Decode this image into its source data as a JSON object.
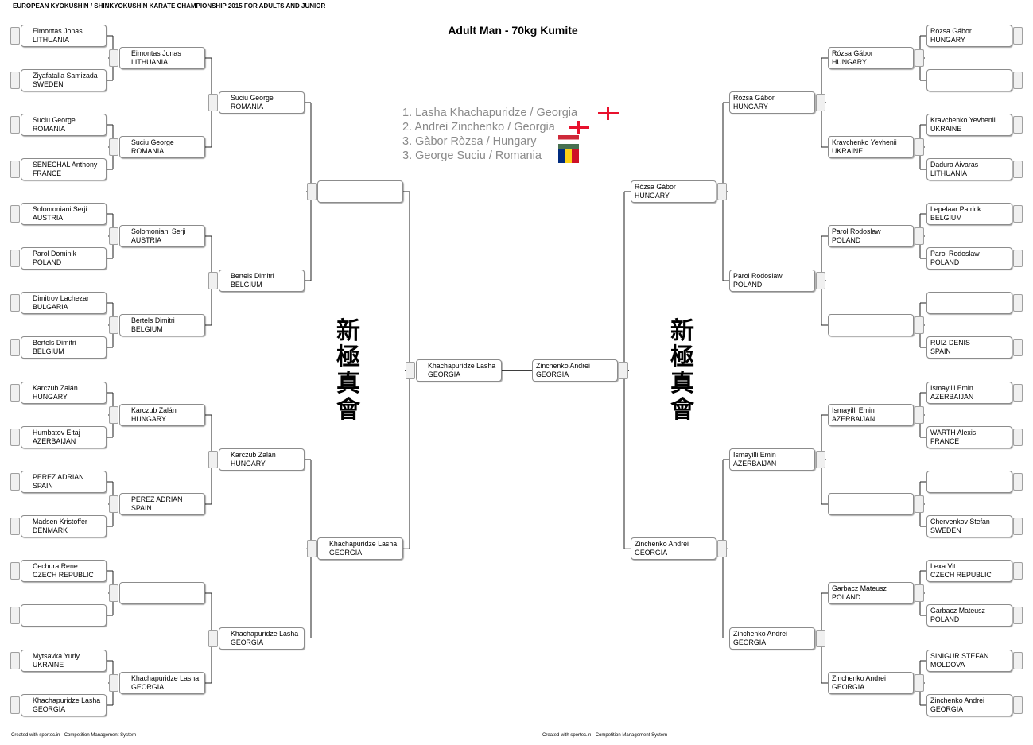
{
  "header": {
    "title": "EUROPEAN KYOKUSHIN / SHINKYOKUSHIN KARATE CHAMPIONSHIP 2015 FOR ADULTS AND JUNIOR"
  },
  "bracket": {
    "title": "Adult Man - 70kg Kumite"
  },
  "results": [
    {
      "place": "1. Lasha Khachapuridze / Georgia",
      "flag": "georgia-flag-icon"
    },
    {
      "place": "2. Andrei Zinchenko / Georgia",
      "flag": "georgia-flag-icon"
    },
    {
      "place": "3. Gàbor Ròzsa / Hungary",
      "flag": "hungary-flag-icon"
    },
    {
      "place": "3. George Suciu / Romania",
      "flag": "romania-flag-icon"
    }
  ],
  "flag_colors": {
    "georgia": "#e8112d",
    "hungary": [
      "#ce2939",
      "#ffffff",
      "#477050"
    ],
    "romania": [
      "#002b7f",
      "#fcd116",
      "#ce1126"
    ]
  },
  "logo_text": "新極真會",
  "left": {
    "r1": [
      {
        "name": "Eimontas Jonas",
        "country": "LITHUANIA"
      },
      {
        "name": "Ziyafatalla Samizada",
        "country": "SWEDEN"
      },
      {
        "name": "Suciu George",
        "country": "ROMANIA"
      },
      {
        "name": "SENECHAL  Anthony",
        "country": "FRANCE"
      },
      {
        "name": "Solomoniani Serji",
        "country": "AUSTRIA"
      },
      {
        "name": "Parol Dominik",
        "country": "POLAND"
      },
      {
        "name": "Dimitrov Lachezar",
        "country": "BULGARIA"
      },
      {
        "name": "Bertels Dimitri",
        "country": "BELGIUM"
      },
      {
        "name": "Karczub Zalán",
        "country": "HUNGARY"
      },
      {
        "name": "Humbatov Eltaj",
        "country": "AZERBAIJAN"
      },
      {
        "name": "PEREZ ADRIAN",
        "country": "SPAIN"
      },
      {
        "name": "Madsen Kristoffer",
        "country": "DENMARK"
      },
      {
        "name": "Cechura Rene",
        "country": "CZECH REPUBLIC"
      },
      {
        "name": "",
        "country": ""
      },
      {
        "name": "Mytsavka Yuriy",
        "country": "UKRAINE"
      },
      {
        "name": "Khachapuridze   Lasha",
        "country": "GEORGIA"
      }
    ],
    "r2": [
      {
        "name": "Eimontas Jonas",
        "country": "LITHUANIA"
      },
      {
        "name": "Suciu George",
        "country": "ROMANIA"
      },
      {
        "name": "Solomoniani Serji",
        "country": "AUSTRIA"
      },
      {
        "name": "Bertels Dimitri",
        "country": "BELGIUM"
      },
      {
        "name": "Karczub Zalán",
        "country": "HUNGARY"
      },
      {
        "name": "PEREZ ADRIAN",
        "country": "SPAIN"
      },
      {
        "name": "",
        "country": ""
      },
      {
        "name": "Khachapuridze   Lasha",
        "country": "GEORGIA"
      }
    ],
    "r3": [
      {
        "name": "Suciu George",
        "country": "ROMANIA"
      },
      {
        "name": "Bertels Dimitri",
        "country": "BELGIUM"
      },
      {
        "name": "Karczub Zalán",
        "country": "HUNGARY"
      },
      {
        "name": "Khachapuridze   Lasha",
        "country": "GEORGIA"
      }
    ],
    "r4": [
      {
        "name": "",
        "country": ""
      },
      {
        "name": "Khachapuridze   Lasha",
        "country": "GEORGIA"
      }
    ],
    "final": {
      "name": "Khachapuridze   Lasha",
      "country": "GEORGIA"
    }
  },
  "right": {
    "r1": [
      {
        "name": "Rózsa Gábor",
        "country": "HUNGARY"
      },
      {
        "name": "",
        "country": ""
      },
      {
        "name": "Kravchenko  Yevhenii",
        "country": "UKRAINE"
      },
      {
        "name": "Dadura Aivaras",
        "country": "LITHUANIA"
      },
      {
        "name": "Lepelaar Patrick",
        "country": "BELGIUM"
      },
      {
        "name": "Parol Rodoslaw",
        "country": "POLAND"
      },
      {
        "name": "",
        "country": ""
      },
      {
        "name": "RUIZ DENIS",
        "country": "SPAIN"
      },
      {
        "name": "Ismayilli Emin",
        "country": "AZERBAIJAN"
      },
      {
        "name": "WARTH Alexis",
        "country": "FRANCE"
      },
      {
        "name": "",
        "country": ""
      },
      {
        "name": "Chervenkov Stefan",
        "country": "SWEDEN"
      },
      {
        "name": "Lexa Vit",
        "country": "CZECH REPUBLIC"
      },
      {
        "name": "Garbacz Mateusz",
        "country": "POLAND"
      },
      {
        "name": "SINIGUR STEFAN",
        "country": "MOLDOVA"
      },
      {
        "name": "Zinchenko Andrei",
        "country": "GEORGIA"
      }
    ],
    "r2": [
      {
        "name": "Rózsa Gábor",
        "country": "HUNGARY"
      },
      {
        "name": "Kravchenko  Yevhenii",
        "country": "UKRAINE"
      },
      {
        "name": "Parol Rodoslaw",
        "country": "POLAND"
      },
      {
        "name": "",
        "country": ""
      },
      {
        "name": "Ismayilli Emin",
        "country": "AZERBAIJAN"
      },
      {
        "name": "",
        "country": ""
      },
      {
        "name": "Garbacz Mateusz",
        "country": "POLAND"
      },
      {
        "name": "Zinchenko Andrei",
        "country": "GEORGIA"
      }
    ],
    "r3": [
      {
        "name": "Rózsa Gábor",
        "country": "HUNGARY"
      },
      {
        "name": "Parol Rodoslaw",
        "country": "POLAND"
      },
      {
        "name": "Ismayilli Emin",
        "country": "AZERBAIJAN"
      },
      {
        "name": "Zinchenko Andrei",
        "country": "GEORGIA"
      }
    ],
    "r4": [
      {
        "name": "Rózsa Gábor",
        "country": "HUNGARY"
      },
      {
        "name": "Zinchenko Andrei",
        "country": "GEORGIA"
      }
    ],
    "final": {
      "name": "Zinchenko Andrei",
      "country": "GEORGIA"
    }
  },
  "footer": {
    "left": "Created with sportec.in - Competition Management System",
    "right": "Created with sportec.in - Competition Management System"
  }
}
